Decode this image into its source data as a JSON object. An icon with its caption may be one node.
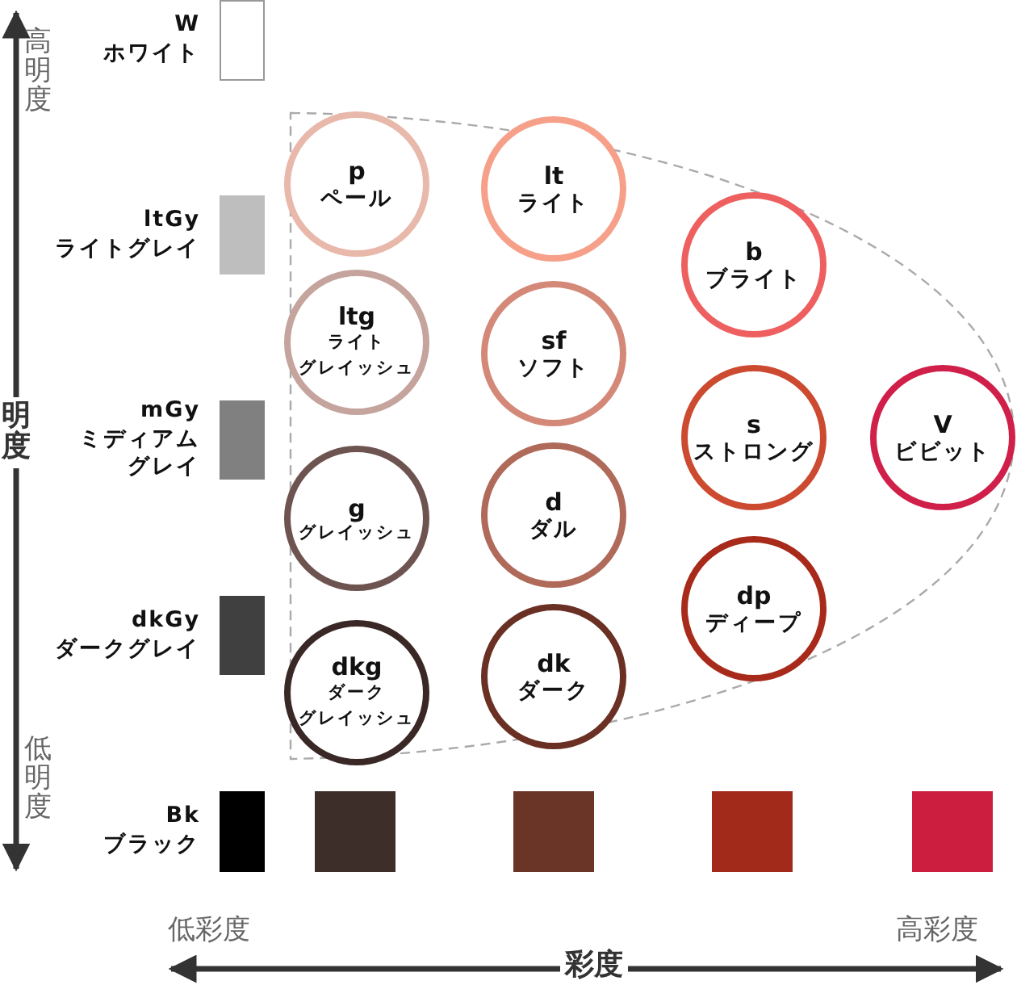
{
  "diagram": {
    "nodes": [
      {
        "text": [
          "W",
          "ホワイト"
        ]
      },
      {
        "text": [
          "ltGy",
          "ライトグレイ"
        ]
      },
      {
        "text": [
          "p",
          "ペール"
        ]
      },
      {
        "text": [
          "lt",
          "ライト"
        ]
      },
      {
        "text": [
          "b",
          "ブライト"
        ]
      },
      {
        "text": [
          "ltg",
          "ライト",
          "グレイッシュ"
        ]
      },
      {
        "text": [
          "sf",
          "ソフト"
        ]
      },
      {
        "text": [
          "mGy",
          "ミディアム",
          "グレイ"
        ]
      },
      {
        "text": [
          "s",
          "ストロング"
        ]
      },
      {
        "text": [
          "V",
          "ビビット"
        ]
      },
      {
        "text": [
          "g",
          "グレイッシュ"
        ]
      },
      {
        "text": [
          "d",
          "ダル"
        ]
      },
      {
        "text": [
          "dp",
          "ディープ"
        ]
      },
      {
        "text": [
          "dkGy",
          "ダークグレイ"
        ]
      },
      {
        "text": [
          "dkg",
          "ダーク",
          "グレイッシュ"
        ]
      },
      {
        "text": [
          "dk",
          "ダーク"
        ]
      },
      {
        "text": [
          "Bk",
          "ブラック"
        ]
      },
      {
        "text": [],
        "shape": "box"
      },
      {
        "text": [],
        "shape": "box"
      },
      {
        "text": [],
        "shape": "box"
      },
      {
        "text": [],
        "shape": "box"
      }
    ],
    "labels": [
      "高明度",
      "明度",
      "低明度",
      "低彩度",
      "彩度",
      "高彩度"
    ]
  }
}
